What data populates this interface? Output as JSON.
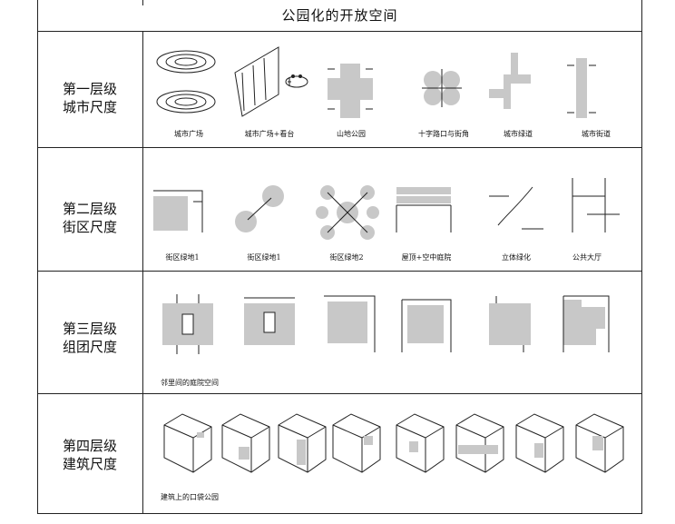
{
  "title": "公园化的开放空间",
  "rows": [
    {
      "label_line1": "第一层级",
      "label_line2": "城市尺度",
      "captions": [
        "城市广场",
        "城市广场+看台",
        "山地公园",
        "十字路口与街角",
        "城市绿道",
        "城市街道"
      ]
    },
    {
      "label_line1": "第二层级",
      "label_line2": "街区尺度",
      "captions": [
        "街区绿地1",
        "街区绿地1",
        "街区绿地2",
        "屋顶+空中庭院",
        "立体绿化",
        "公共大厅"
      ]
    },
    {
      "label_line1": "第三层级",
      "label_line2": "组团尺度",
      "captions": [
        "邻里间的庭院空间"
      ]
    },
    {
      "label_line1": "第四层级",
      "label_line2": "建筑尺度",
      "captions": [
        "建筑上的口袋公园"
      ]
    }
  ]
}
